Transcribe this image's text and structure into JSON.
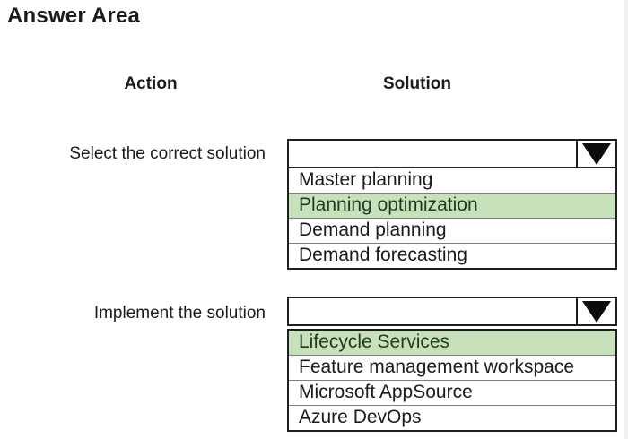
{
  "page": {
    "title": "Answer Area"
  },
  "columns": {
    "action": "Action",
    "solution": "Solution"
  },
  "colors": {
    "highlight_green": "#c7e1ba",
    "border_dark": "#1f1f1f"
  },
  "rows": [
    {
      "action_label": "Select the correct solution",
      "dropdown": {
        "selected_value": "",
        "options": [
          {
            "label": "Master planning",
            "highlighted": false
          },
          {
            "label": "Planning optimization",
            "highlighted": true
          },
          {
            "label": "Demand planning",
            "highlighted": false
          },
          {
            "label": "Demand forecasting",
            "highlighted": false
          }
        ]
      }
    },
    {
      "action_label": "Implement the solution",
      "dropdown": {
        "selected_value": "",
        "options": [
          {
            "label": "Lifecycle Services",
            "highlighted": true
          },
          {
            "label": "Feature management workspace",
            "highlighted": false
          },
          {
            "label": "Microsoft AppSource",
            "highlighted": false
          },
          {
            "label": "Azure DevOps",
            "highlighted": false
          }
        ]
      }
    }
  ]
}
